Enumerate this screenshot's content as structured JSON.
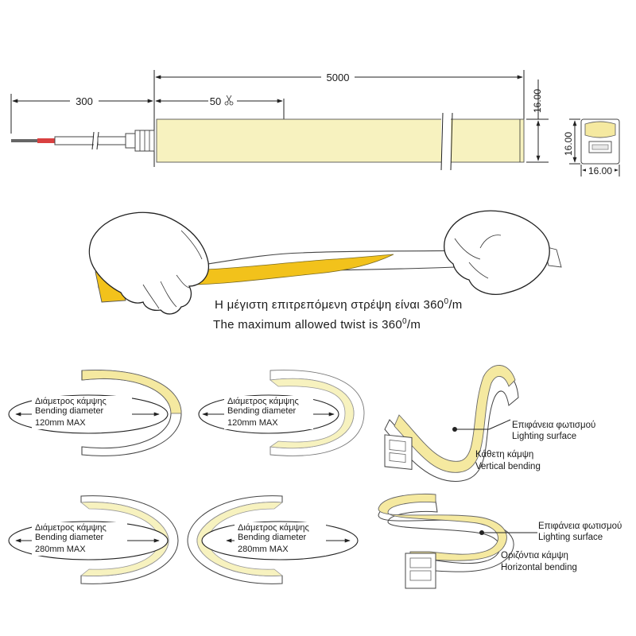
{
  "dimensions": {
    "total_length": "5000",
    "lead_length": "300",
    "cut_unit": "50",
    "height": "16.00",
    "profile_height": "16.00",
    "profile_width": "16.00"
  },
  "twist": {
    "greek": "Η μέγιστη επιτρεπόμενη στρέψη είναι 360",
    "english": "The maximum allowed twist is 360",
    "degree_mark": "0",
    "unit": "/m"
  },
  "bending": [
    {
      "greek": "Διάμετρος κάμψης",
      "english": "Bending diameter",
      "value": "120mm MAX"
    },
    {
      "greek": "Διάμετρος κάμψης",
      "english": "Bending diameter",
      "value": "120mm MAX"
    },
    {
      "greek": "Διάμετρος κάμψης",
      "english": "Bending diameter",
      "value": "280mm MAX"
    },
    {
      "greek": "Διάμετρος κάμψης",
      "english": "Bending diameter",
      "value": "280mm MAX"
    }
  ],
  "vertical": {
    "surface_greek": "Επιφάνεια φωτισμού",
    "surface_english": "Lighting surface",
    "bend_greek": "Κάθετη κάμψη",
    "bend_english": "Vertical bending"
  },
  "horizontal": {
    "surface_greek": "Επιφάνεια φωτισμού",
    "surface_english": "Lighting surface",
    "bend_greek": "Οριζόντια κάμψη",
    "bend_english": "Horizontal bending"
  },
  "colors": {
    "lit_surface": "#f7f2bf",
    "twist_yellow": "#f2c21b",
    "lead_red": "#d94040"
  }
}
